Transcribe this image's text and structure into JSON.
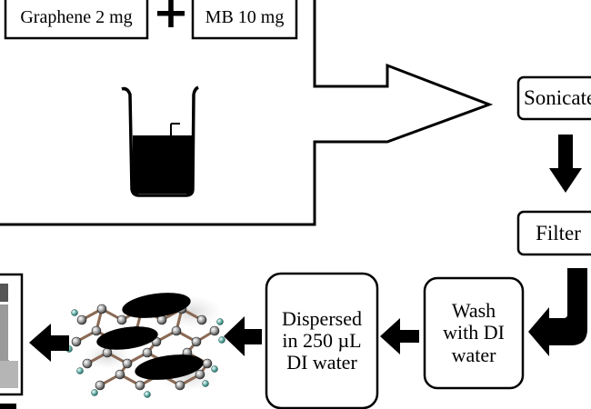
{
  "reagents": {
    "graphene": "Graphene 2 mg",
    "plus_symbol": "+",
    "mb": "MB 10 mg"
  },
  "steps": {
    "sonicate": "Sonicate",
    "filter": "Filter",
    "wash": [
      "Wash",
      "with DI",
      "water"
    ],
    "dispersed": [
      "Dispersed",
      "in 250 µL",
      "DI water"
    ]
  },
  "colors": {
    "ink": "#000000",
    "background": "#ffffff"
  },
  "icons": [
    "beaker-icon",
    "graphene-mb-molecule-icon",
    "product-vial-icon"
  ]
}
